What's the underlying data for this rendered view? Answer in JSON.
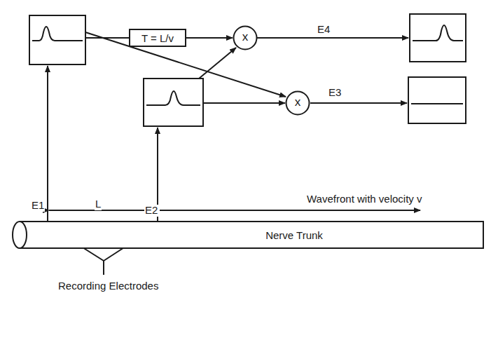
{
  "diagram": {
    "nodes": [
      {
        "text": [
          "T = L/v"
        ]
      },
      {
        "text": [
          "x"
        ]
      },
      {
        "text": [
          "x"
        ]
      },
      {
        "text": [
          "Nerve Trunk"
        ]
      }
    ],
    "edges": [
      {
        "from": 0,
        "to": 1,
        "arrow": "to"
      }
    ],
    "labels": [
      "E4",
      "E3",
      "E1",
      "L",
      "E2",
      "Wavefront with velocity v",
      "Recording Electrodes"
    ]
  }
}
